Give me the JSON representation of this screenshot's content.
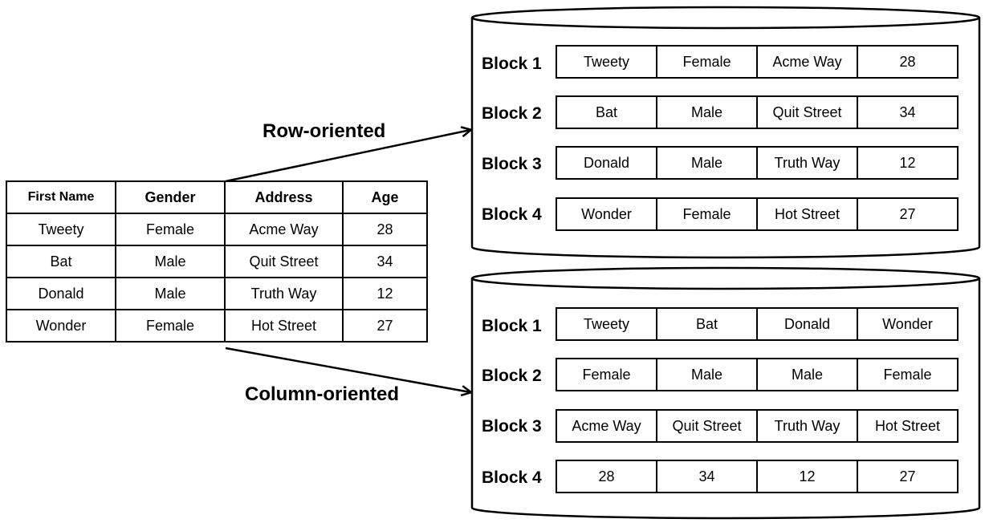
{
  "source_table": {
    "headers": [
      "First Name",
      "Gender",
      "Address",
      "Age"
    ],
    "rows": [
      [
        "Tweety",
        "Female",
        "Acme Way",
        "28"
      ],
      [
        "Bat",
        "Male",
        "Quit Street",
        "34"
      ],
      [
        "Donald",
        "Male",
        "Truth Way",
        "12"
      ],
      [
        "Wonder",
        "Female",
        "Hot Street",
        "27"
      ]
    ]
  },
  "row_oriented": {
    "label": "Row-oriented",
    "blocks": [
      {
        "name": "Block 1",
        "cells": [
          "Tweety",
          "Female",
          "Acme Way",
          "28"
        ]
      },
      {
        "name": "Block 2",
        "cells": [
          "Bat",
          "Male",
          "Quit Street",
          "34"
        ]
      },
      {
        "name": "Block 3",
        "cells": [
          "Donald",
          "Male",
          "Truth Way",
          "12"
        ]
      },
      {
        "name": "Block 4",
        "cells": [
          "Wonder",
          "Female",
          "Hot Street",
          "27"
        ]
      }
    ]
  },
  "column_oriented": {
    "label": "Column-oriented",
    "blocks": [
      {
        "name": "Block 1",
        "cells": [
          "Tweety",
          "Bat",
          "Donald",
          "Wonder"
        ]
      },
      {
        "name": "Block 2",
        "cells": [
          "Female",
          "Male",
          "Male",
          "Female"
        ]
      },
      {
        "name": "Block 3",
        "cells": [
          "Acme Way",
          "Quit Street",
          "Truth Way",
          "Hot Street"
        ]
      },
      {
        "name": "Block 4",
        "cells": [
          "28",
          "34",
          "12",
          "27"
        ]
      }
    ]
  }
}
